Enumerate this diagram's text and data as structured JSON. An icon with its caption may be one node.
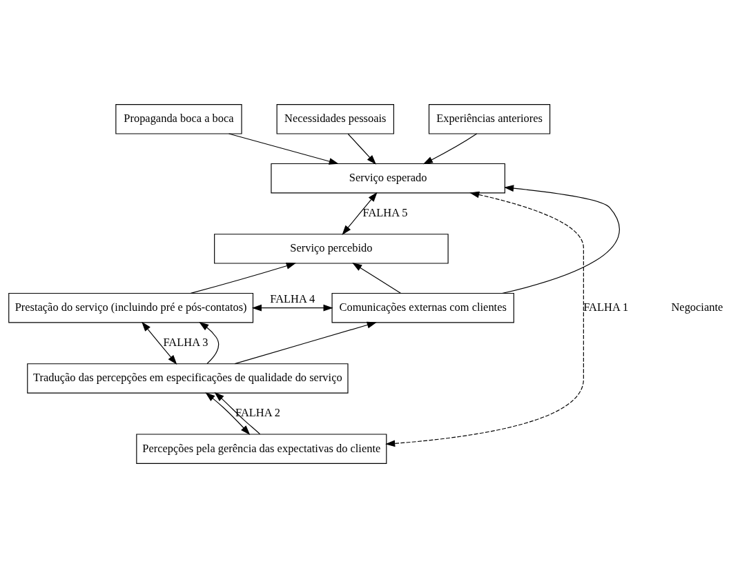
{
  "diagram": {
    "nodes": [
      {
        "text": [
          "Propaganda boca a boca"
        ]
      },
      {
        "text": [
          "Necessidades pessoais"
        ]
      },
      {
        "text": [
          "Experiências anteriores"
        ]
      },
      {
        "text": [
          "Serviço esperado"
        ]
      },
      {
        "text": [
          "Serviço percebido"
        ]
      },
      {
        "text": [
          "Prestação do serviço (incluindo pré e pós-contatos)"
        ]
      },
      {
        "text": [
          "Comunicações externas com clientes"
        ]
      },
      {
        "text": [
          "Tradução das percepções em especificações de qualidade do serviço"
        ]
      },
      {
        "text": [
          "Percepções pela gerência das expectativas do cliente"
        ]
      }
    ],
    "edges": [
      {
        "from": 0,
        "to": 3,
        "arrow": "to"
      },
      {
        "from": 1,
        "to": 3,
        "arrow": "to"
      },
      {
        "from": 2,
        "to": 3,
        "arrow": "to"
      },
      {
        "from": 3,
        "to": 4,
        "arrow": "both",
        "label": "FALHA 5"
      },
      {
        "from": 5,
        "to": 4,
        "arrow": "to"
      },
      {
        "from": 6,
        "to": 3,
        "arrow": "to"
      },
      {
        "from": 6,
        "to": 4,
        "arrow": "to"
      },
      {
        "from": 5,
        "to": 6,
        "arrow": "both",
        "label": "FALHA 4"
      },
      {
        "from": 5,
        "to": 7,
        "arrow": "both",
        "label": "FALHA 3"
      },
      {
        "from": 7,
        "to": 5,
        "arrow": "to"
      },
      {
        "from": 7,
        "to": 6,
        "arrow": "to"
      },
      {
        "from": 7,
        "to": 8,
        "arrow": "both",
        "label": "FALHA 2"
      },
      {
        "from": 8,
        "to": 7,
        "arrow": "to"
      },
      {
        "from": 3,
        "to": 8,
        "arrow": "both",
        "style": "dashed",
        "label": "FALHA 1"
      }
    ],
    "labels": [
      "Negociante"
    ]
  }
}
